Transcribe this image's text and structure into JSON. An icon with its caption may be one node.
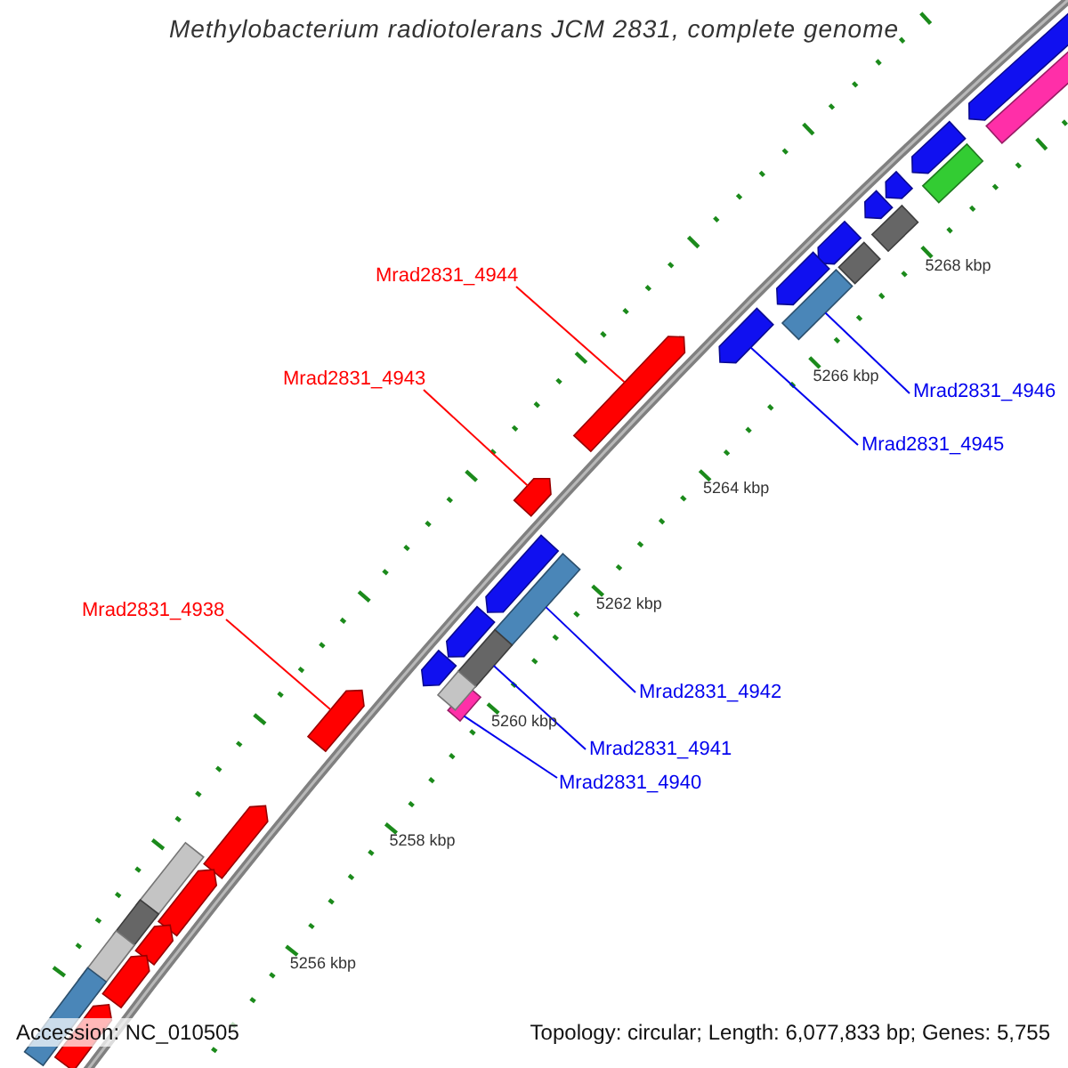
{
  "diagram": {
    "title": "Methylobacterium radiotolerans JCM 2831, complete genome",
    "nodes": [
      {
        "text": [
          "Mrad2831_4944"
        ]
      },
      {
        "text": [],
        "shape": "arrow"
      },
      {
        "text": [
          "Mrad2831_4946"
        ]
      },
      {
        "text": [],
        "shape": "box"
      },
      {
        "text": [
          "Mrad2831_4943"
        ]
      },
      {
        "text": [],
        "shape": "arrow"
      },
      {
        "text": [
          "Mrad2831_4945"
        ]
      },
      {
        "text": [],
        "shape": "arrow"
      },
      {
        "text": [
          "Mrad2831_4938"
        ]
      },
      {
        "text": [],
        "shape": "arrow"
      },
      {
        "text": [
          "Mrad2831_4942"
        ]
      },
      {
        "text": [],
        "shape": "box"
      },
      {
        "text": [
          "Mrad2831_4941"
        ]
      },
      {
        "text": [],
        "shape": "box"
      },
      {
        "text": [
          "Mrad2831_4940"
        ]
      },
      {
        "text": [],
        "shape": "box"
      },
      {
        "text": [],
        "shape": "arrow"
      },
      {
        "text": [],
        "shape": "arrow"
      },
      {
        "text": [],
        "shape": "arrow"
      },
      {
        "text": [],
        "shape": "arrow"
      },
      {
        "text": [],
        "shape": "arrow"
      },
      {
        "text": [],
        "shape": "arrow"
      },
      {
        "text": [],
        "shape": "arrow"
      },
      {
        "text": [],
        "shape": "arrow"
      },
      {
        "text": [],
        "shape": "arrow"
      },
      {
        "text": [],
        "shape": "box"
      },
      {
        "text": [],
        "shape": "box"
      },
      {
        "text": [],
        "shape": "box"
      },
      {
        "text": [],
        "shape": "box"
      },
      {
        "text": [],
        "shape": "box"
      },
      {
        "text": [],
        "shape": "arrow"
      },
      {
        "text": [],
        "shape": "arrow"
      },
      {
        "text": [],
        "shape": "arrow"
      },
      {
        "text": [],
        "shape": "arrow"
      },
      {
        "text": [],
        "shape": "arrow"
      },
      {
        "text": [],
        "shape": "box"
      },
      {
        "text": [],
        "shape": "box"
      },
      {
        "text": [],
        "shape": "box"
      },
      {
        "text": [],
        "shape": "box"
      }
    ],
    "edges": [
      {
        "from": 0,
        "to": 1,
        "arrow": "none",
        "color": "#ff0000"
      },
      {
        "from": 2,
        "to": 3,
        "arrow": "none"
      },
      {
        "from": 4,
        "to": 5,
        "arrow": "none",
        "color": "#ff0000"
      },
      {
        "from": 6,
        "to": 7,
        "arrow": "none"
      },
      {
        "from": 8,
        "to": 9,
        "arrow": "none",
        "color": "#ff0000"
      },
      {
        "from": 10,
        "to": 11,
        "arrow": "none"
      },
      {
        "from": 12,
        "to": 13,
        "arrow": "none"
      },
      {
        "from": 14,
        "to": 15,
        "arrow": "none"
      }
    ],
    "labels": [
      "5268 kbp",
      "5266 kbp",
      "5264 kbp",
      "5262 kbp",
      "5260 kbp",
      "5258 kbp",
      "5256 kbp",
      "Accession: NC_010505",
      "Topology: circular; Length: 6,077,833 bp; Genes: 5,755"
    ]
  }
}
